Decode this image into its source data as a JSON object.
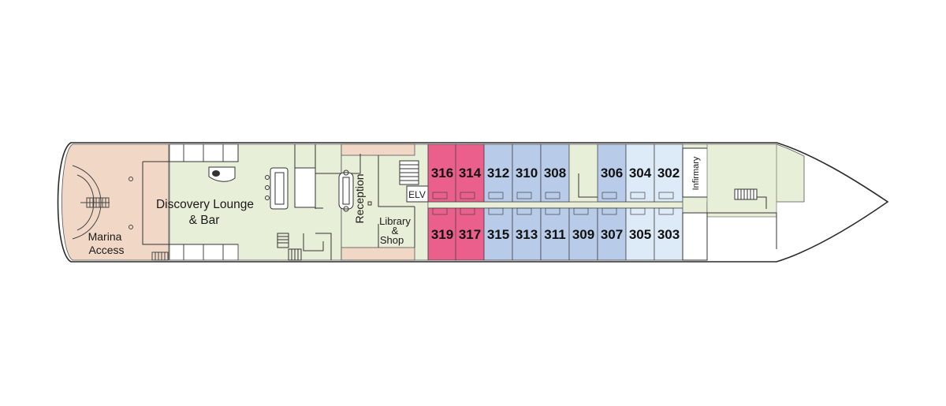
{
  "colors": {
    "public": "#e8efd9",
    "marina": "#f1d7c6",
    "suite_pink": "#ea5f8c",
    "cabin_blue": "#b8cce9",
    "cabin_light": "#ddeaf7",
    "hull": "#ffffff",
    "stroke": "#333333"
  },
  "areas": {
    "marina": {
      "line1": "Marina",
      "line2": "Access"
    },
    "lounge": {
      "line1": "Discovery Lounge",
      "line2": "& Bar"
    },
    "reception": "Reception",
    "library": {
      "line1": "Library",
      "line2": "&",
      "line3": "Shop"
    },
    "elevator": "ELV",
    "infirmary": "Infirmary"
  },
  "cabins": {
    "top": [
      {
        "number": "316",
        "category": "suite"
      },
      {
        "number": "314",
        "category": "suite"
      },
      {
        "number": "312",
        "category": "blue"
      },
      {
        "number": "310",
        "category": "blue"
      },
      {
        "number": "308",
        "category": "blue"
      },
      {
        "number": "306",
        "category": "blue"
      },
      {
        "number": "304",
        "category": "light"
      },
      {
        "number": "302",
        "category": "light"
      }
    ],
    "bottom": [
      {
        "number": "319",
        "category": "suite"
      },
      {
        "number": "317",
        "category": "suite"
      },
      {
        "number": "315",
        "category": "blue"
      },
      {
        "number": "313",
        "category": "blue"
      },
      {
        "number": "311",
        "category": "blue"
      },
      {
        "number": "309",
        "category": "blue"
      },
      {
        "number": "307",
        "category": "blue"
      },
      {
        "number": "305",
        "category": "light"
      },
      {
        "number": "303",
        "category": "light"
      }
    ]
  }
}
